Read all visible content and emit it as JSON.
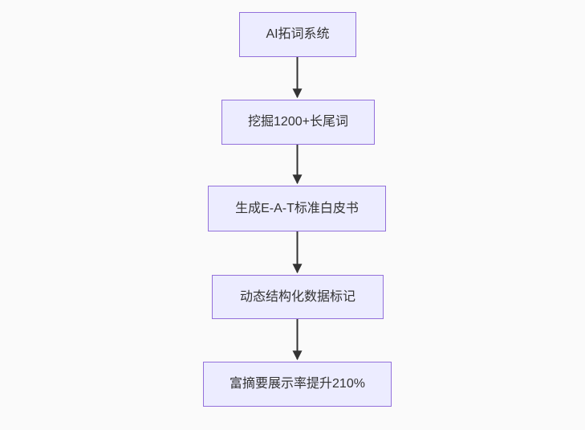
{
  "flowchart": {
    "title": "SEO AI flow diagram",
    "background_color": "#fafafa",
    "node_fill_color": "#ececff",
    "node_border_color": "#9370db",
    "text_color": "#333333",
    "arrow_color": "#333333",
    "direction": "top-down",
    "nodes": [
      {
        "id": "n1",
        "label": "AI拓词系统"
      },
      {
        "id": "n2",
        "label": "挖掘1200+长尾词"
      },
      {
        "id": "n3",
        "label": "生成E-A-T标准白皮书"
      },
      {
        "id": "n4",
        "label": "动态结构化数据标记"
      },
      {
        "id": "n5",
        "label": "富摘要展示率提升210%"
      }
    ],
    "edges": [
      {
        "from": "n1",
        "to": "n2"
      },
      {
        "from": "n2",
        "to": "n3"
      },
      {
        "from": "n3",
        "to": "n4"
      },
      {
        "from": "n4",
        "to": "n5"
      }
    ]
  }
}
